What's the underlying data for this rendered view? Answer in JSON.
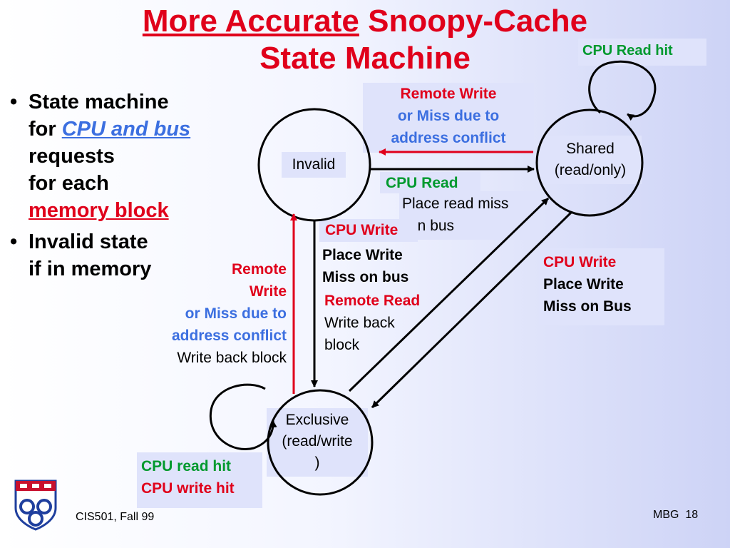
{
  "title": {
    "line1_part1": "More Accurate",
    "line1_part2": "Snoopy-Cache",
    "line2": "State Machine"
  },
  "bullets": [
    {
      "l1": "State machine",
      "l2a": "for ",
      "l2b": "CPU and bus",
      "l3": "requests",
      "l4": "for each",
      "l5": "memory block"
    },
    {
      "l1": "Invalid state",
      "l2": "if in memory"
    }
  ],
  "states": {
    "invalid": "Invalid",
    "shared_l1": "Shared",
    "shared_l2": "(read/only)",
    "exclusive_l1": "Exclusive",
    "exclusive_l2": "(read/write",
    "exclusive_l3": ")"
  },
  "transitions": {
    "cpu_read_hit": "CPU Read hit",
    "remote_write_top_l1": "Remote Write",
    "remote_write_top_l2": "or Miss due to",
    "remote_write_top_l3": "address conflict",
    "cpu_read": "CPU Read",
    "place_read_miss_l1": "Place read miss",
    "place_read_miss_l2": "on bus",
    "cpu_write_mid": "CPU Write",
    "place_write_l1": "Place Write",
    "place_write_l2": "Miss on bus",
    "remote_read": "Remote Read",
    "write_back_l1": "Write back",
    "write_back_l2": "block",
    "left_remote_l1": "Remote",
    "left_remote_l2": "Write",
    "left_or_miss": "or Miss due to",
    "left_addr": "address conflict",
    "left_wb": "Write back block",
    "right_cpu_write": "CPU Write",
    "right_place_write": "Place Write",
    "right_miss_on_bus": "Miss on Bus",
    "cpu_read_hit_ex": "CPU read hit",
    "cpu_write_hit_ex": "CPU write hit"
  },
  "footer": {
    "course": "CIS501, Fall 99",
    "author": "MBG",
    "page": "18"
  },
  "colors": {
    "red": "#e0001b",
    "green": "#00992e",
    "blue": "#3c6fe0",
    "box_bg": "#dfe3fb"
  },
  "icons": {
    "logo": "penn-shield-icon"
  }
}
